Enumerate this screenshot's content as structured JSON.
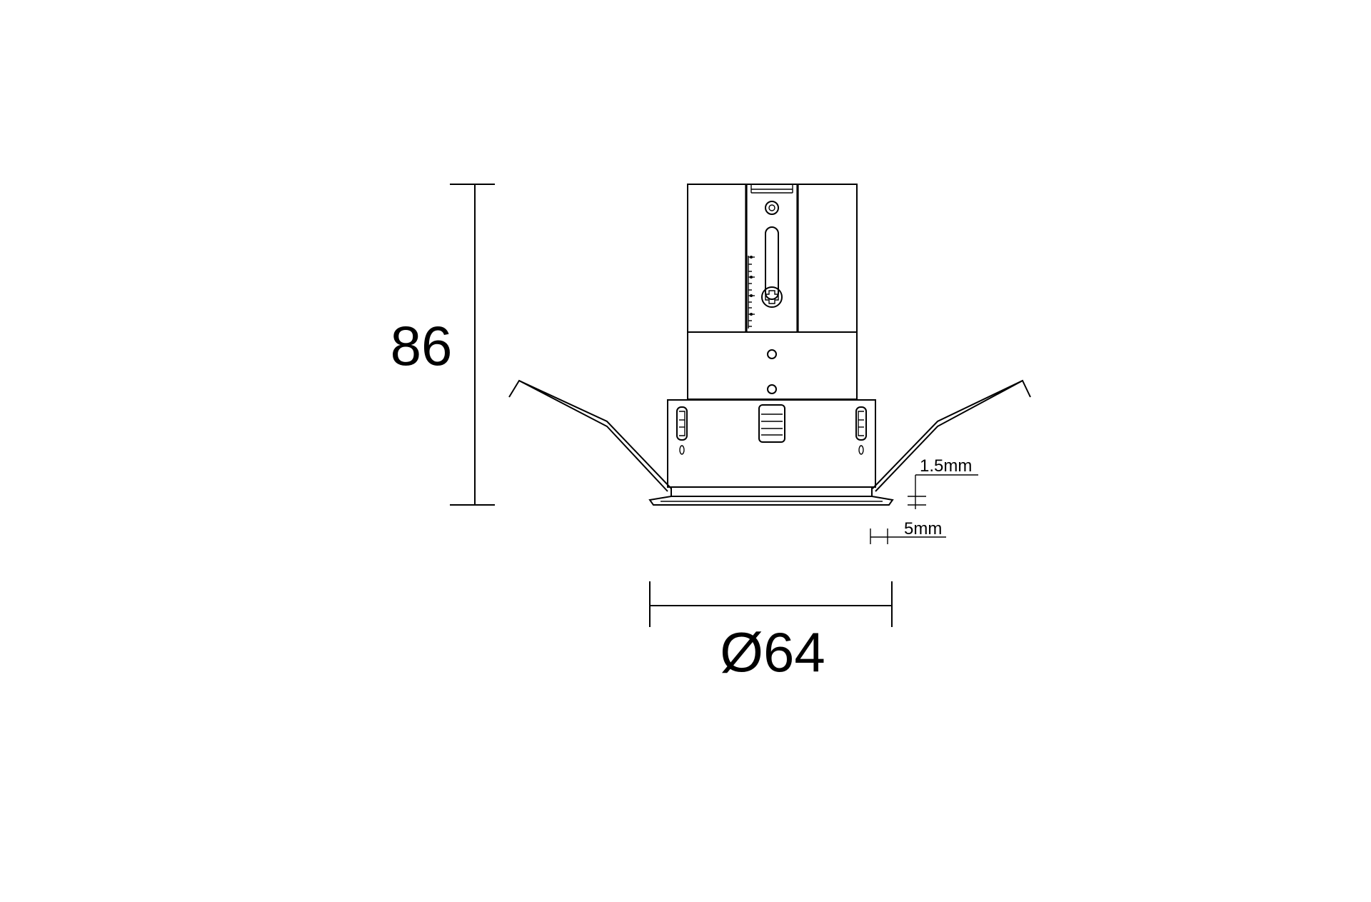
{
  "dimensions": {
    "height": "86",
    "diameter": "Ø64",
    "flange_thickness": "1.5mm",
    "flange_overhang": "5mm"
  }
}
